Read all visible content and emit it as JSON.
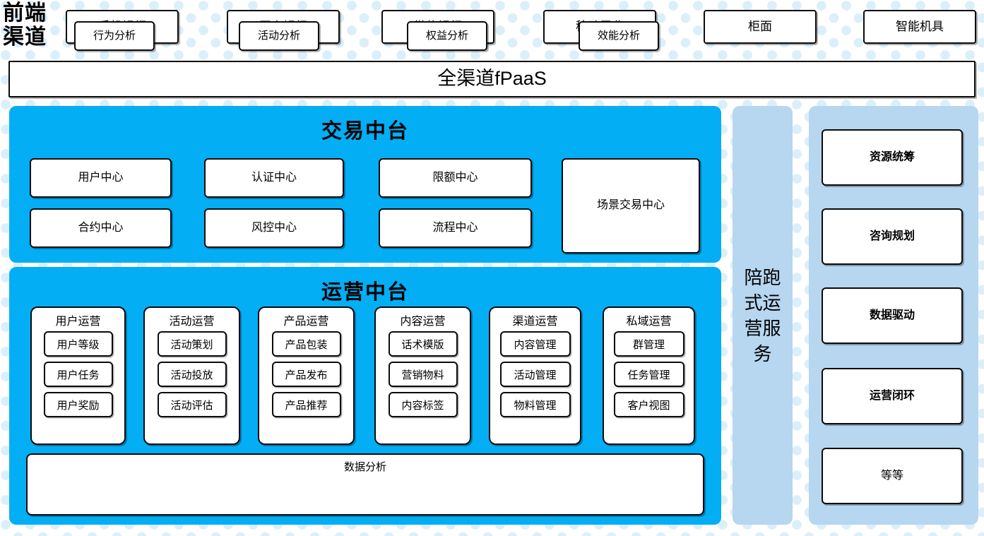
{
  "colors": {
    "cyan": "#03aef5",
    "light_blue": "#b7d6ef",
    "dot": "#dbeffb",
    "box_border": "#0b0b0b",
    "box_fill": "#ffffff",
    "page_bg": "#ffffff"
  },
  "front_channel": {
    "label": "前端\n渠道",
    "label_line1": "前端",
    "label_line2": "渠道",
    "items": [
      {
        "label": "手机银行"
      },
      {
        "label": "网上银行"
      },
      {
        "label": "微信银行"
      },
      {
        "label": "移动展业"
      },
      {
        "label": "柜面"
      },
      {
        "label": "智能机具"
      }
    ]
  },
  "fpaas": {
    "label": "全渠道fPaaS"
  },
  "trade_center": {
    "title": "交易中台",
    "left_grid": [
      {
        "label": "用户中心"
      },
      {
        "label": "认证中心"
      },
      {
        "label": "限额中心"
      },
      {
        "label": "合约中心"
      },
      {
        "label": "风控中心"
      },
      {
        "label": "流程中心"
      }
    ],
    "scene_box": {
      "label": "场景交易中心"
    }
  },
  "ops_center": {
    "title": "运营中台",
    "columns": [
      {
        "title": "用户运营",
        "items": [
          "用户等级",
          "用户任务",
          "用户奖励"
        ]
      },
      {
        "title": "活动运营",
        "items": [
          "活动策划",
          "活动投放",
          "活动评估"
        ]
      },
      {
        "title": "产品运营",
        "items": [
          "产品包装",
          "产品发布",
          "产品推荐"
        ]
      },
      {
        "title": "内容运营",
        "items": [
          "话术模版",
          "营销物料",
          "内容标签"
        ]
      },
      {
        "title": "渠道运营",
        "items": [
          "内容管理",
          "活动管理",
          "物料管理"
        ]
      },
      {
        "title": "私域运营",
        "items": [
          "群管理",
          "任务管理",
          "客户视图"
        ]
      }
    ],
    "data_analysis": {
      "title": "数据分析",
      "items": [
        "行为分析",
        "活动分析",
        "权益分析",
        "效能分析"
      ]
    }
  },
  "accompany_service": {
    "label": "陪跑式运营服务",
    "lines": [
      "陪跑",
      "式运",
      "营服",
      "务"
    ]
  },
  "services": {
    "items": [
      {
        "label": "资源统筹",
        "bold": true
      },
      {
        "label": "咨询规划",
        "bold": true
      },
      {
        "label": "数据驱动",
        "bold": true
      },
      {
        "label": "运营闭环",
        "bold": true
      },
      {
        "label": "等等",
        "bold": false
      }
    ]
  }
}
